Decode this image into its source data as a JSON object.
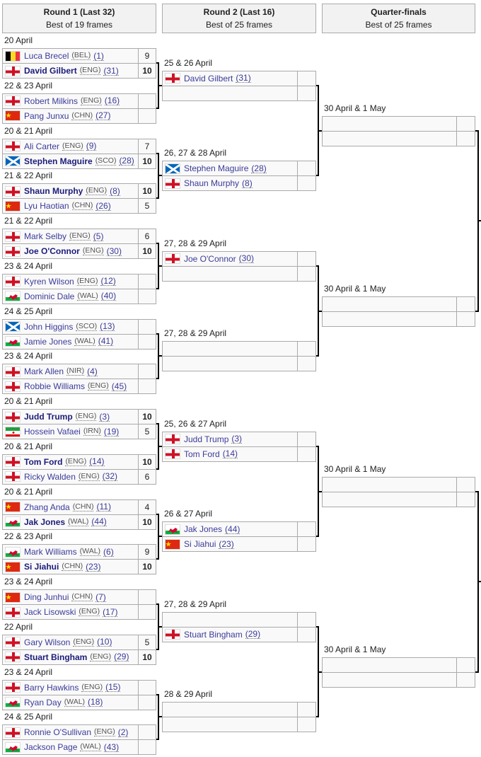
{
  "rounds": [
    {
      "title": "Round 1 (Last 32)",
      "subtitle": "Best of 19 frames"
    },
    {
      "title": "Round 2 (Last 16)",
      "subtitle": "Best of 25 frames"
    },
    {
      "title": "Quarter-finals",
      "subtitle": "Best of 25 frames"
    }
  ],
  "round1": [
    {
      "date": "20 April",
      "players": [
        {
          "name": "Luca Brecel",
          "nat": "(BEL)",
          "seed": "(1)",
          "flag": "bel",
          "score": "9",
          "winner": false
        },
        {
          "name": "David Gilbert",
          "nat": "(ENG)",
          "seed": "(31)",
          "flag": "eng",
          "score": "10",
          "winner": true
        }
      ]
    },
    {
      "date": "22 & 23 April",
      "players": [
        {
          "name": "Robert Milkins",
          "nat": "(ENG)",
          "seed": "(16)",
          "flag": "eng",
          "score": "",
          "winner": false
        },
        {
          "name": "Pang Junxu",
          "nat": "(CHN)",
          "seed": "(27)",
          "flag": "chn",
          "score": "",
          "winner": false
        }
      ]
    },
    {
      "date": "20 & 21 April",
      "players": [
        {
          "name": "Ali Carter",
          "nat": "(ENG)",
          "seed": "(9)",
          "flag": "eng",
          "score": "7",
          "winner": false
        },
        {
          "name": "Stephen Maguire",
          "nat": "(SCO)",
          "seed": "(28)",
          "flag": "sco",
          "score": "10",
          "winner": true
        }
      ]
    },
    {
      "date": "21 & 22 April",
      "players": [
        {
          "name": "Shaun Murphy",
          "nat": "(ENG)",
          "seed": "(8)",
          "flag": "eng",
          "score": "10",
          "winner": true
        },
        {
          "name": "Lyu Haotian",
          "nat": "(CHN)",
          "seed": "(26)",
          "flag": "chn",
          "score": "5",
          "winner": false
        }
      ]
    },
    {
      "date": "21 & 22 April",
      "players": [
        {
          "name": "Mark Selby",
          "nat": "(ENG)",
          "seed": "(5)",
          "flag": "eng",
          "score": "6",
          "winner": false
        },
        {
          "name": "Joe O'Connor",
          "nat": "(ENG)",
          "seed": "(30)",
          "flag": "eng",
          "score": "10",
          "winner": true
        }
      ]
    },
    {
      "date": "23 & 24 April",
      "players": [
        {
          "name": "Kyren Wilson",
          "nat": "(ENG)",
          "seed": "(12)",
          "flag": "eng",
          "score": "",
          "winner": false
        },
        {
          "name": "Dominic Dale",
          "nat": "(WAL)",
          "seed": "(40)",
          "flag": "wal",
          "score": "",
          "winner": false
        }
      ]
    },
    {
      "date": "24 & 25 April",
      "players": [
        {
          "name": "John Higgins",
          "nat": "(SCO)",
          "seed": "(13)",
          "flag": "sco",
          "score": "",
          "winner": false
        },
        {
          "name": "Jamie Jones",
          "nat": "(WAL)",
          "seed": "(41)",
          "flag": "wal",
          "score": "",
          "winner": false
        }
      ]
    },
    {
      "date": "23 & 24 April",
      "players": [
        {
          "name": "Mark Allen",
          "nat": "(NIR)",
          "seed": "(4)",
          "flag": "nir",
          "score": "",
          "winner": false
        },
        {
          "name": "Robbie Williams",
          "nat": "(ENG)",
          "seed": "(45)",
          "flag": "eng",
          "score": "",
          "winner": false
        }
      ]
    },
    {
      "date": "20 & 21 April",
      "players": [
        {
          "name": "Judd Trump",
          "nat": "(ENG)",
          "seed": "(3)",
          "flag": "eng",
          "score": "10",
          "winner": true
        },
        {
          "name": "Hossein Vafaei",
          "nat": "(IRN)",
          "seed": "(19)",
          "flag": "irn",
          "score": "5",
          "winner": false
        }
      ]
    },
    {
      "date": "20 & 21 April",
      "players": [
        {
          "name": "Tom Ford",
          "nat": "(ENG)",
          "seed": "(14)",
          "flag": "eng",
          "score": "10",
          "winner": true
        },
        {
          "name": "Ricky Walden",
          "nat": "(ENG)",
          "seed": "(32)",
          "flag": "eng",
          "score": "6",
          "winner": false
        }
      ]
    },
    {
      "date": "20 & 21 April",
      "players": [
        {
          "name": "Zhang Anda",
          "nat": "(CHN)",
          "seed": "(11)",
          "flag": "chn",
          "score": "4",
          "winner": false
        },
        {
          "name": "Jak Jones",
          "nat": "(WAL)",
          "seed": "(44)",
          "flag": "wal",
          "score": "10",
          "winner": true
        }
      ]
    },
    {
      "date": "22 & 23 April",
      "players": [
        {
          "name": "Mark Williams",
          "nat": "(WAL)",
          "seed": "(6)",
          "flag": "wal",
          "score": "9",
          "winner": false
        },
        {
          "name": "Si Jiahui",
          "nat": "(CHN)",
          "seed": "(23)",
          "flag": "chn",
          "score": "10",
          "winner": true
        }
      ]
    },
    {
      "date": "23 & 24 April",
      "players": [
        {
          "name": "Ding Junhui",
          "nat": "(CHN)",
          "seed": "(7)",
          "flag": "chn",
          "score": "",
          "winner": false
        },
        {
          "name": "Jack Lisowski",
          "nat": "(ENG)",
          "seed": "(17)",
          "flag": "eng",
          "score": "",
          "winner": false
        }
      ]
    },
    {
      "date": "22 April",
      "players": [
        {
          "name": "Gary Wilson",
          "nat": "(ENG)",
          "seed": "(10)",
          "flag": "eng",
          "score": "5",
          "winner": false
        },
        {
          "name": "Stuart Bingham",
          "nat": "(ENG)",
          "seed": "(29)",
          "flag": "eng",
          "score": "10",
          "winner": true
        }
      ]
    },
    {
      "date": "23 & 24 April",
      "players": [
        {
          "name": "Barry Hawkins",
          "nat": "(ENG)",
          "seed": "(15)",
          "flag": "eng",
          "score": "",
          "winner": false
        },
        {
          "name": "Ryan Day",
          "nat": "(WAL)",
          "seed": "(18)",
          "flag": "wal",
          "score": "",
          "winner": false
        }
      ]
    },
    {
      "date": "24 & 25 April",
      "players": [
        {
          "name": "Ronnie O'Sullivan",
          "nat": "(ENG)",
          "seed": "(2)",
          "flag": "eng",
          "score": "",
          "winner": false
        },
        {
          "name": "Jackson Page",
          "nat": "(WAL)",
          "seed": "(43)",
          "flag": "wal",
          "score": "",
          "winner": false
        }
      ]
    }
  ],
  "round2": [
    {
      "date": "25 & 26 April",
      "players": [
        {
          "name": "David Gilbert",
          "seed": "(31)",
          "flag": "eng"
        },
        null
      ]
    },
    {
      "date": "26, 27 & 28 April",
      "players": [
        {
          "name": "Stephen Maguire",
          "seed": "(28)",
          "flag": "sco"
        },
        {
          "name": "Shaun Murphy",
          "seed": "(8)",
          "flag": "eng"
        }
      ]
    },
    {
      "date": "27, 28 & 29 April",
      "players": [
        {
          "name": "Joe O'Connor",
          "seed": "(30)",
          "flag": "eng"
        },
        null
      ]
    },
    {
      "date": "27, 28 & 29 April",
      "players": [
        null,
        null
      ]
    },
    {
      "date": "25, 26 & 27 April",
      "players": [
        {
          "name": "Judd Trump",
          "seed": "(3)",
          "flag": "eng"
        },
        {
          "name": "Tom Ford",
          "seed": "(14)",
          "flag": "eng"
        }
      ]
    },
    {
      "date": "26 & 27 April",
      "players": [
        {
          "name": "Jak Jones",
          "seed": "(44)",
          "flag": "wal"
        },
        {
          "name": "Si Jiahui",
          "seed": "(23)",
          "flag": "chn"
        }
      ]
    },
    {
      "date": "27, 28 & 29 April",
      "players": [
        null,
        {
          "name": "Stuart Bingham",
          "seed": "(29)",
          "flag": "eng"
        }
      ]
    },
    {
      "date": "28 & 29 April",
      "players": [
        null,
        null
      ]
    }
  ],
  "quarterfinals": [
    {
      "date": "30 April & 1 May",
      "players": [
        null,
        null
      ]
    },
    {
      "date": "30 April & 1 May",
      "players": [
        null,
        null
      ]
    },
    {
      "date": "30 April & 1 May",
      "players": [
        null,
        null
      ]
    },
    {
      "date": "30 April & 1 May",
      "players": [
        null,
        null
      ]
    }
  ]
}
